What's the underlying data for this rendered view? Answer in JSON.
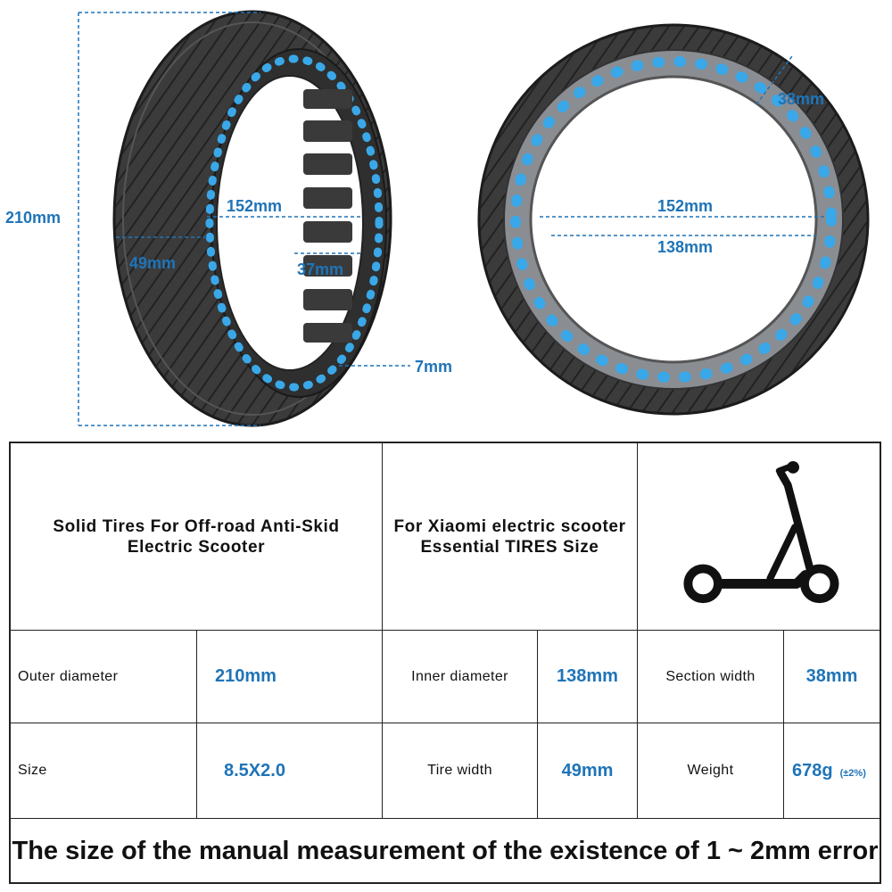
{
  "dimensions": {
    "outer_diameter": "210mm",
    "inner_rim": "152mm",
    "tire_width": "49mm",
    "hole_depth": "37mm",
    "wall": "7mm",
    "section": "38mm",
    "inner_152": "152mm",
    "inner_138": "138mm"
  },
  "table": {
    "title_left_line1": "Solid Tires For Off-road Anti-Skid",
    "title_left_line2": "Electric Scooter",
    "title_mid_line1": "For Xiaomi electric scooter",
    "title_mid_line2": "Essential TIRES Size",
    "outer_diameter_label": "Outer diameter",
    "outer_diameter_value": "210mm",
    "inner_diameter_label": "Inner diameter",
    "inner_diameter_value": "138mm",
    "section_width_label": "Section width",
    "section_width_value": "38mm",
    "size_label": "Size",
    "size_value": "8.5X2.0",
    "tire_width_label": "Tire width",
    "tire_width_value": "49mm",
    "weight_label": "Weight",
    "weight_value": "678g",
    "weight_tolerance": "(±2%)",
    "footer": "The size of the manual measurement of the existence of 1 ~ 2mm error"
  },
  "colors": {
    "accent": "#1f74b8",
    "dot": "#3aa8e8",
    "tire": "#3a3a3a"
  }
}
